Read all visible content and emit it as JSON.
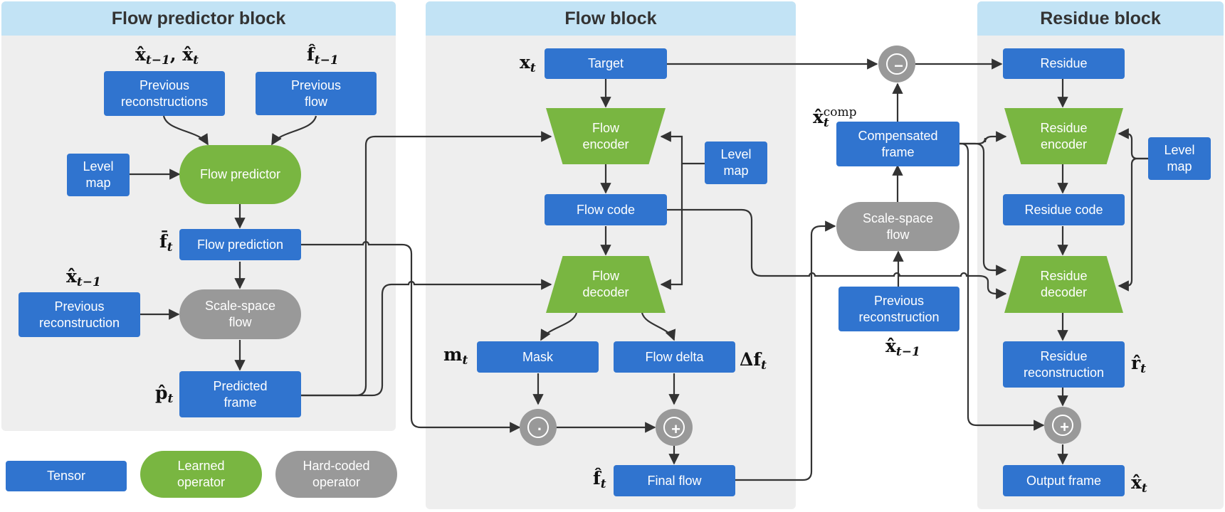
{
  "blocks": {
    "flow_predictor": "Flow predictor block",
    "flow": "Flow block",
    "residue": "Residue block"
  },
  "nodes": {
    "prev_recons": "Previous\nreconstructions",
    "prev_flow": "Previous\nflow",
    "level_map_1": "Level\nmap",
    "flow_predictor": "Flow predictor",
    "flow_prediction": "Flow prediction",
    "prev_recon_1": "Previous\nreconstruction",
    "scale_space_1": "Scale-space\nflow",
    "predicted_frame": "Predicted\nframe",
    "target": "Target",
    "flow_encoder": "Flow\nencoder",
    "level_map_2": "Level\nmap",
    "flow_code": "Flow code",
    "flow_decoder": "Flow\ndecoder",
    "mask": "Mask",
    "flow_delta": "Flow delta",
    "final_flow": "Final flow",
    "compensated_frame": "Compensated\nframe",
    "scale_space_2": "Scale-space\nflow",
    "prev_recon_2": "Previous\nreconstruction",
    "residue": "Residue",
    "residue_encoder": "Residue\nencoder",
    "level_map_3": "Level\nmap",
    "residue_code": "Residue code",
    "residue_decoder": "Residue\ndecoder",
    "residue_reconstruction": "Residue\nreconstruction",
    "output_frame": "Output frame"
  },
  "operators": {
    "subtract": "−",
    "multiply": "·",
    "add_flow": "+",
    "add_residue": "+"
  },
  "legend": {
    "tensor": "Tensor",
    "learned": "Learned\noperator",
    "hard": "Hard-coded\noperator"
  },
  "math": {
    "prev_recons": {
      "base1": "x̂",
      "sub1": "t−1",
      "sep": ", ",
      "base2": "x̂",
      "sub2": "t"
    },
    "prev_flow": {
      "base": "f̂",
      "sub": "t−1"
    },
    "flow_prediction": {
      "base": "f̄",
      "sub": "t"
    },
    "prev_recon_1": {
      "base": "x̂",
      "sub": "t−1"
    },
    "predicted_frame": {
      "base": "p̂",
      "sub": "t"
    },
    "target": {
      "base": "x",
      "sub": "t"
    },
    "mask": {
      "base": "m",
      "sub": "t"
    },
    "flow_delta": {
      "base": "Δf",
      "sub": "t"
    },
    "final_flow": {
      "base": "f̂",
      "sub": "t"
    },
    "compensated": {
      "base": "x̂",
      "sub": "t",
      "sup": "comp"
    },
    "prev_recon_2": {
      "base": "x̂",
      "sub": "t−1"
    },
    "residue_recon": {
      "base": "r̂",
      "sub": "t"
    },
    "output": {
      "base": "x̂",
      "sub": "t"
    }
  },
  "colors": {
    "tensor": "#3074cf",
    "learned": "#79b641",
    "hard": "#999999",
    "panel": "#eeeeee",
    "header": "#c2e3f5",
    "wire": "#333333"
  }
}
